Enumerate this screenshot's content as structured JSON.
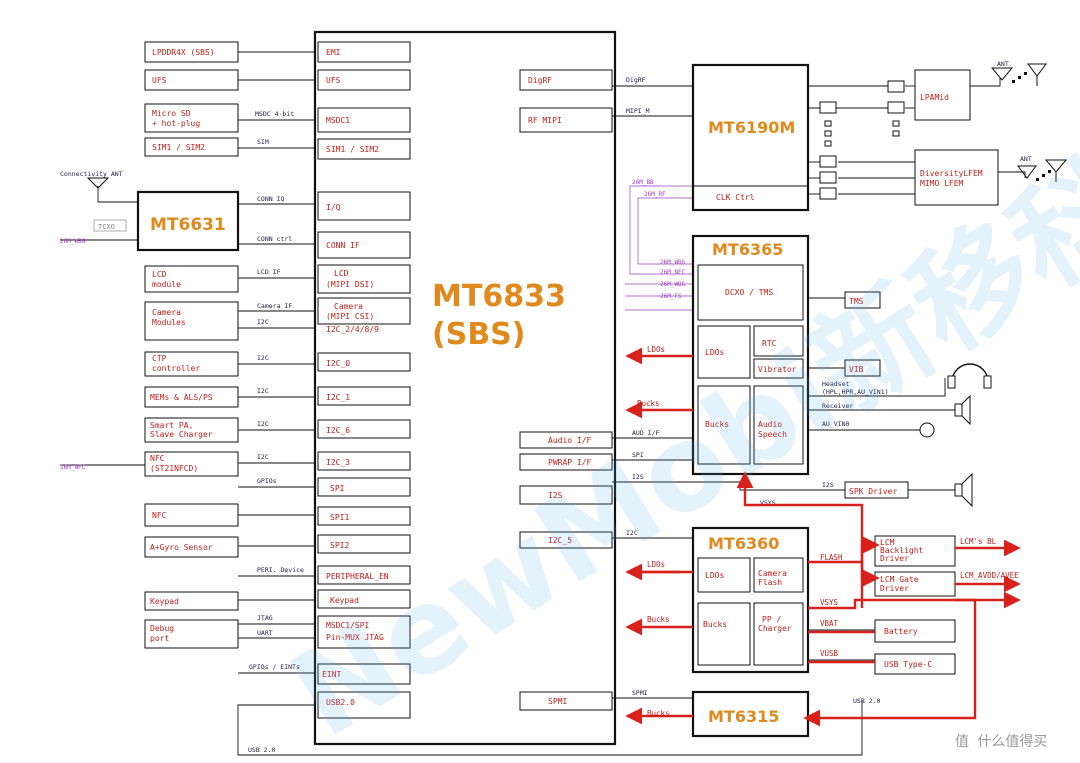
{
  "soc": {
    "name": "MT6833",
    "sub": "(SBS)"
  },
  "left_devices": [
    {
      "name": "lpddr4x",
      "label": "LPDDR4X  (SBS)"
    },
    {
      "name": "ufs",
      "label": "UFS"
    },
    {
      "name": "micro-sd",
      "label": "Micro SD",
      "label2": "+ hot-plug"
    },
    {
      "name": "sim",
      "label": "SIM1  /  SIM2"
    },
    {
      "name": "lcd",
      "label": "LCD",
      "label2": "module"
    },
    {
      "name": "camera",
      "label": "Camera",
      "label2": "Modules"
    },
    {
      "name": "ctp",
      "label": "CTP",
      "label2": "controller"
    },
    {
      "name": "mems",
      "label": "MEMs  &  ALS/PS"
    },
    {
      "name": "smart-pa",
      "label": "Smart  PA,",
      "label2": "Slave  Charger"
    },
    {
      "name": "nfc-st",
      "label": "NFC",
      "label2": "(ST21NFCD)"
    },
    {
      "name": "nfc",
      "label": "NFC"
    },
    {
      "name": "gyro",
      "label": "A+Gyro  Sensor"
    },
    {
      "name": "keypad",
      "label": "Keypad"
    },
    {
      "name": "debug",
      "label": "Debug",
      "label2": "port"
    }
  ],
  "soc_ports": [
    {
      "name": "emi",
      "label": "EMI"
    },
    {
      "name": "ufs",
      "label": "UFS"
    },
    {
      "name": "msdc1",
      "label": "MSDC1"
    },
    {
      "name": "sim",
      "label": "SIM1  /  SIM2"
    },
    {
      "name": "iq",
      "label": "I/Q"
    },
    {
      "name": "conn-if",
      "label": "CONN  IF"
    },
    {
      "name": "lcd-dsi",
      "label": "LCD",
      "label2": "(MIPI  DSI)"
    },
    {
      "name": "camera-csi",
      "label": "Camera",
      "label2": "(MIPI  CSI)"
    },
    {
      "name": "i2c-2489",
      "label": "I2C_2/4/8/9"
    },
    {
      "name": "i2c-0",
      "label": "I2C_0"
    },
    {
      "name": "i2c-1",
      "label": "I2C_1"
    },
    {
      "name": "i2c-6",
      "label": "I2C_6"
    },
    {
      "name": "i2c-3",
      "label": "I2C_3"
    },
    {
      "name": "spi",
      "label": "SPI"
    },
    {
      "name": "spi1",
      "label": "SPI1"
    },
    {
      "name": "spi2",
      "label": "SPI2"
    },
    {
      "name": "peripheral-en",
      "label": "PERIPHERAL_EN"
    },
    {
      "name": "keypad",
      "label": "Keypad"
    },
    {
      "name": "msdc-jtag",
      "label": "MSDC1/SPI",
      "label2": "Pin-MUX  JTAG"
    },
    {
      "name": "eint",
      "label": "EINT"
    },
    {
      "name": "usb",
      "label": "USB2.0"
    }
  ],
  "soc_right_ports": [
    {
      "name": "digrf",
      "label": "DigRF"
    },
    {
      "name": "rf-mipi",
      "label": "RF  MIPI"
    },
    {
      "name": "audio-if",
      "label": "Audio  I/F"
    },
    {
      "name": "pwrap",
      "label": "PWRAP  I/F"
    },
    {
      "name": "i2s",
      "label": "I2S"
    },
    {
      "name": "i2c-5",
      "label": "I2C_5"
    },
    {
      "name": "spmi",
      "label": "SPMI"
    }
  ],
  "left_signals": [
    {
      "name": "msdc-4bit",
      "label": "MSDC  4-bit"
    },
    {
      "name": "sim",
      "label": "SIM"
    },
    {
      "name": "conn-iq",
      "label": "CONN  IQ"
    },
    {
      "name": "conn-ctrl",
      "label": "CONN  ctrl"
    },
    {
      "name": "lcd-if",
      "label": "LCD  IF"
    },
    {
      "name": "camera-if",
      "label": "Camera  IF"
    },
    {
      "name": "i2c-cam",
      "label": "I2C"
    },
    {
      "name": "i2c-ctp",
      "label": "I2C"
    },
    {
      "name": "i2c-mems",
      "label": "I2C"
    },
    {
      "name": "i2c-pa",
      "label": "I2C"
    },
    {
      "name": "i2c-nfc",
      "label": "I2C"
    },
    {
      "name": "gpios",
      "label": "GPIOs"
    },
    {
      "name": "peri-device",
      "label": "PERI.  Device"
    },
    {
      "name": "jtag",
      "label": "JTAG"
    },
    {
      "name": "uart",
      "label": "UART"
    },
    {
      "name": "gpios-eints",
      "label": "GPIOs  /  EINTs"
    },
    {
      "name": "usb-bottom",
      "label": "USB  2.0"
    }
  ],
  "mt6631": {
    "name": "MT6631",
    "antenna": "Connectivity  ANT",
    "tcxo": "TCXO",
    "clk": "26M_WBG"
  },
  "nfc_clk": "26M_NFC",
  "mt6190m": {
    "name": "MT6190M",
    "clk": "CLK  Ctrl",
    "sig_digrf": "DigRF",
    "sig_mipi": "MIPI_M",
    "lpam": "LPAMid",
    "div1": "DiversityLFEM",
    "div2": "MIMO  LFEM",
    "ant": "ANT"
  },
  "mt6365": {
    "name": "MT6365",
    "dcxo": "DCXO  /  TMS",
    "ldos": "LDOs",
    "rtc": "RTC",
    "vibrator": "Vibrator",
    "bucks": "Bucks",
    "audio": "Audio",
    "speech": "Speech",
    "tms": "TMS",
    "vib": "VIB",
    "out_ldos": "LDOs",
    "out_bucks": "Bucks",
    "clk_signals": [
      "26M_BB",
      "26M_RF",
      "26M_WBG",
      "26M_NFC",
      "26M_WBG",
      "26M_FS"
    ],
    "headset": "Headset",
    "headset_sub": "(HPL,HPR,AU_VIN1)",
    "receiver": "Receiver",
    "au_vin0": "AU_VIN0"
  },
  "mt6360": {
    "name": "MT6360",
    "ldos": "LDOs",
    "camera": "Camera",
    "flash": "Flash",
    "bucks": "Bucks",
    "pp": "PP  /",
    "charger": "Charger",
    "out_ldos": "LDOs",
    "out_bucks": "Bucks",
    "sig_flash": "FLASH",
    "sig_vsys": "VSYS",
    "sig_vbat": "VBAT",
    "sig_vusb": "VUSB"
  },
  "mt6315": {
    "name": "MT6315",
    "bucks": "Bucks"
  },
  "right_blocks": {
    "lcm_bl": "LCM",
    "lcm_bl2": "Backlight",
    "lcm_bl3": "Driver",
    "lcm_gate": "LCM  Gate",
    "lcm_gate2": "Driver",
    "battery": "Battery",
    "usb_typec": "USB  Type-C",
    "spk": "SPK  Driver",
    "lcm_bl_out": "LCM's  BL",
    "lcm_avdd_out": "LCM_AVDD/AVEE"
  },
  "mid_signals": {
    "aud_if": "AUD  I/F",
    "spi": "SPI",
    "i2s": "I2S",
    "i2c": "I2C",
    "spmi": "SPMI",
    "vsys": "VSYS",
    "i2s_spk": "I2S",
    "usb20": "USB  2.0"
  },
  "watermark": "NewMobi新移科技",
  "corner_watermark": "值  什么值得买"
}
